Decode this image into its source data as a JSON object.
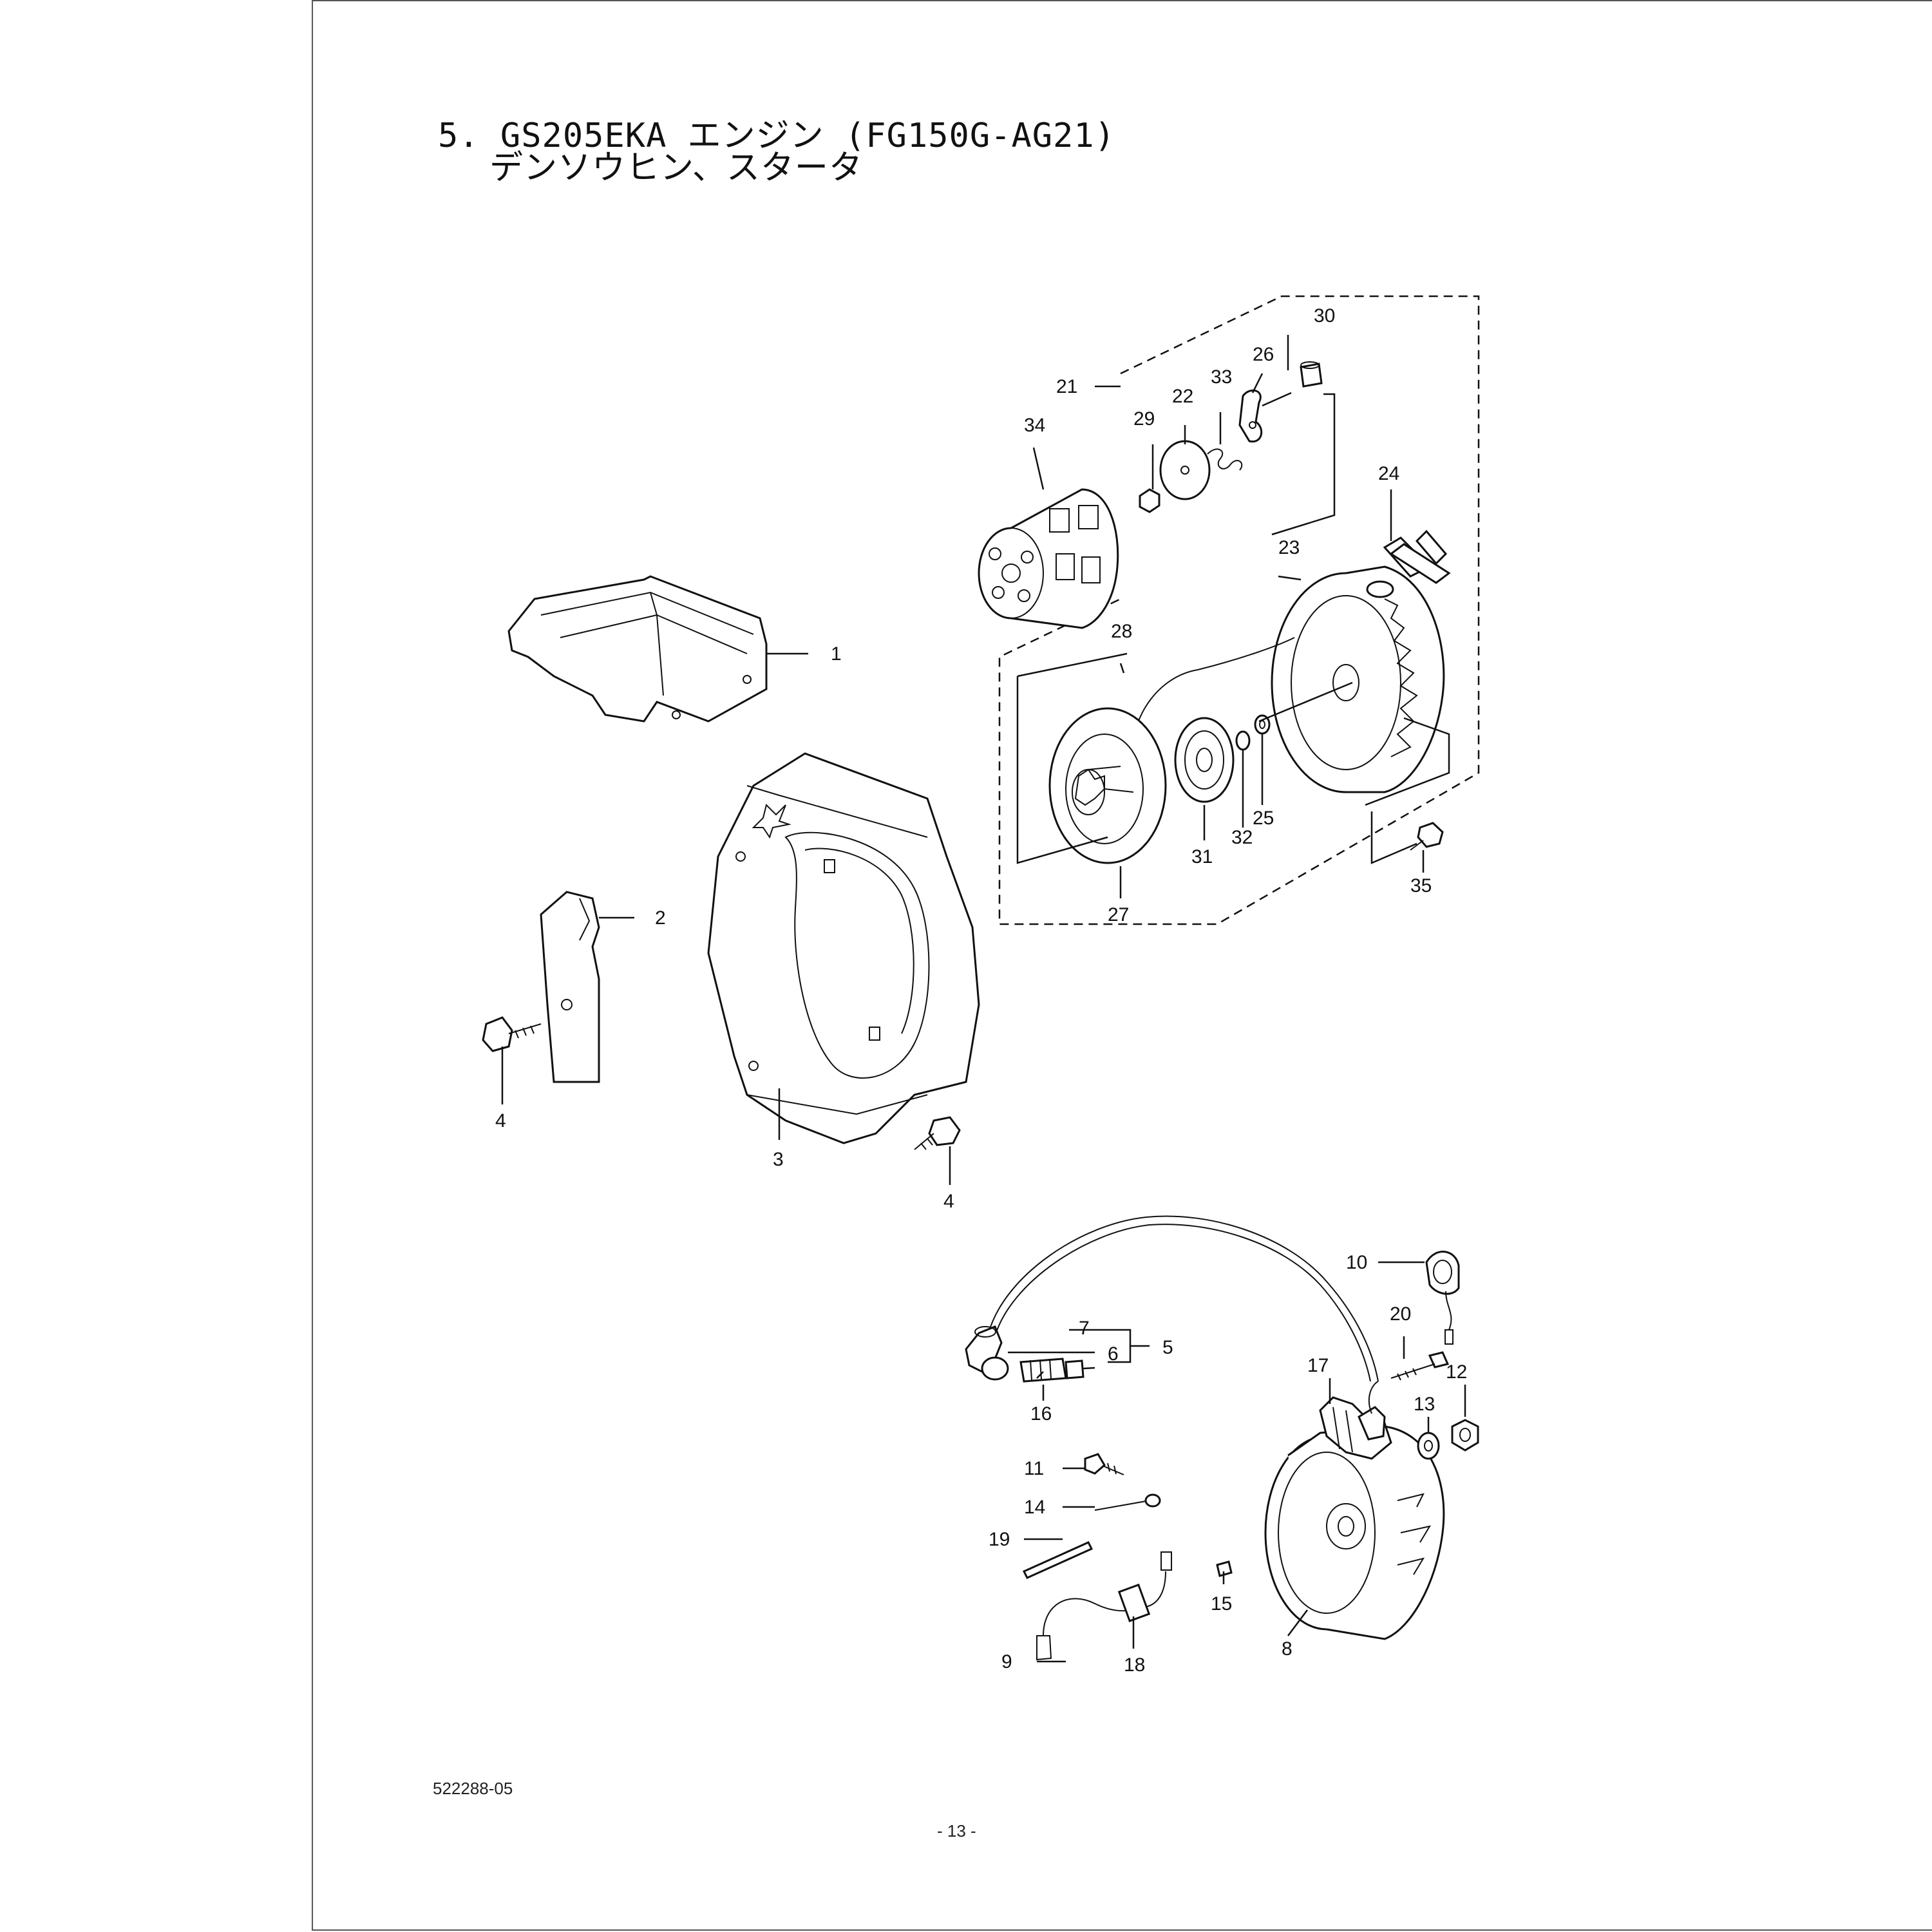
{
  "header": {
    "title_line1": "5. GS205EKA エンジン (FG150G-AG21)",
    "title_line2": "デンソウヒン、スタータ"
  },
  "footer": {
    "doc_code": "522288-05",
    "page_number": "- 13 -"
  },
  "callouts": {
    "c1": "1",
    "c2": "2",
    "c3": "3",
    "c4a": "4",
    "c4b": "4",
    "c5": "5",
    "c6": "6",
    "c7": "7",
    "c8": "8",
    "c9": "9",
    "c10": "10",
    "c11": "11",
    "c12": "12",
    "c13": "13",
    "c14": "14",
    "c15": "15",
    "c16": "16",
    "c17": "17",
    "c18": "18",
    "c19": "19",
    "c20": "20",
    "c21": "21",
    "c22": "22",
    "c23": "23",
    "c24": "24",
    "c25": "25",
    "c26": "26",
    "c27": "27",
    "c28": "28",
    "c29": "29",
    "c30": "30",
    "c31": "31",
    "c32": "32",
    "c33": "33",
    "c34": "34",
    "c35": "35"
  }
}
